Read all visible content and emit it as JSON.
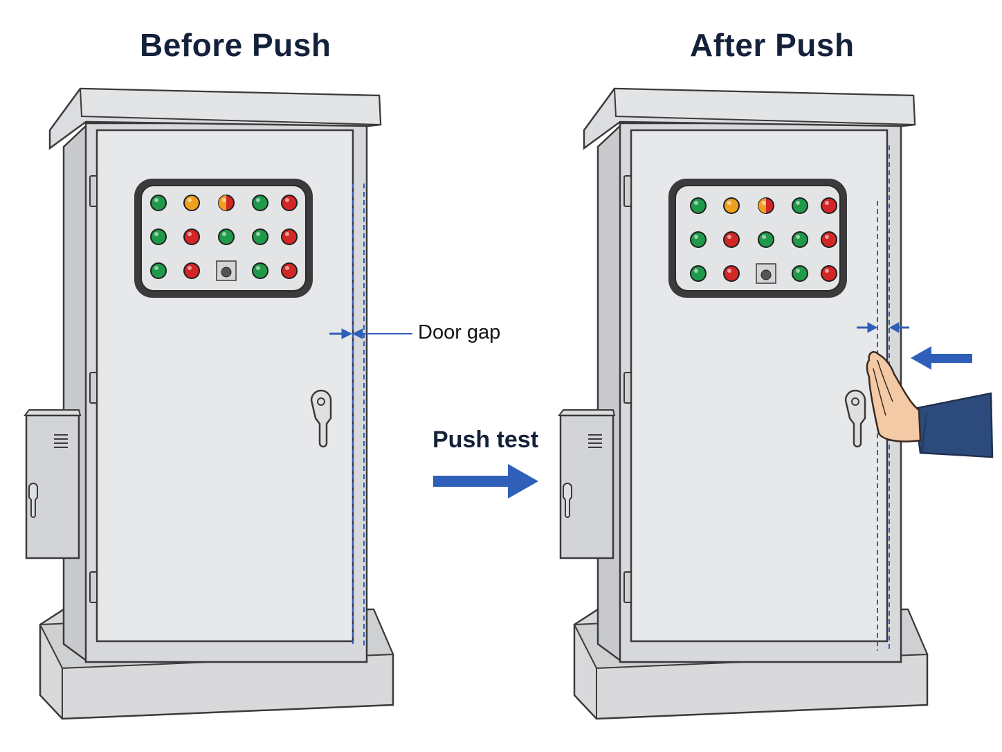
{
  "panels": {
    "before": {
      "title": "Before Push"
    },
    "after": {
      "title": "After Push"
    }
  },
  "annotations": {
    "door_gap": "Door gap",
    "push_test": "Push test"
  },
  "indicator_grid": [
    [
      "green",
      "amber",
      "red-amber",
      "green",
      "red"
    ],
    [
      "green",
      "red",
      "green",
      "green",
      "red"
    ],
    [
      "green",
      "red",
      "key-switch",
      "green",
      "red"
    ]
  ],
  "colors": {
    "accent_blue": "#2f5fb8",
    "cabinet": "#e6e7e9",
    "outline": "#3a3a3a",
    "indicator_green": "#1f9a4a",
    "indicator_red": "#d32626",
    "indicator_amber": "#f0a020",
    "sleeve": "#2d4a7c",
    "skin": "#f3c9a6"
  },
  "icons": {
    "push_direction": "arrow-right-icon",
    "hand": "hand-push-icon",
    "gap_marker": "double-arrow-icon"
  }
}
